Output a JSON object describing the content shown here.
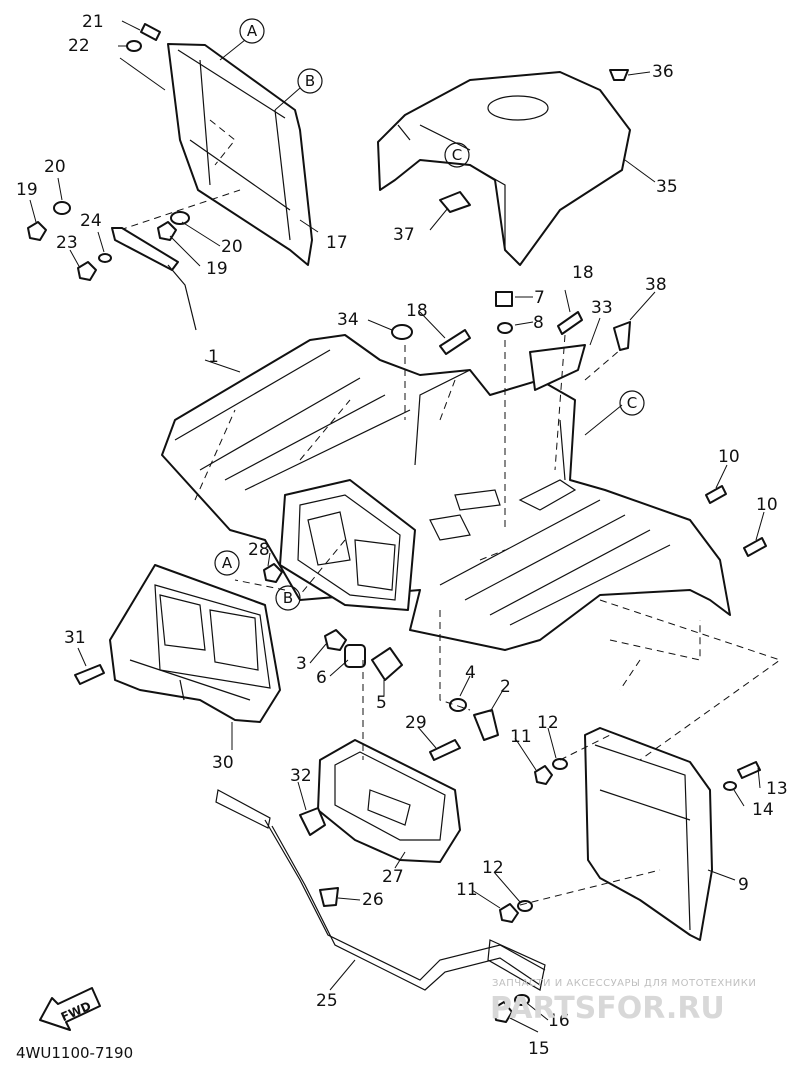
{
  "diagram": {
    "doc_code": "4WU1100-7190",
    "fwd_label": "FWD",
    "watermark_small": "ЗАПЧАСТИ И АКСЕССУАРЫ ДЛЯ МОТОТЕХНИКИ",
    "watermark_big": "PARTSFOR.RU",
    "callouts": {
      "c_1": "1",
      "c_2": "2",
      "c_3": "3",
      "c_4": "4",
      "c_5": "5",
      "c_6": "6",
      "c_7": "7",
      "c_8": "8",
      "c_9": "9",
      "c_10a": "10",
      "c_10b": "10",
      "c_11a": "11",
      "c_11b": "11",
      "c_12a": "12",
      "c_12b": "12",
      "c_13": "13",
      "c_14": "14",
      "c_15": "15",
      "c_16": "16",
      "c_17": "17",
      "c_18a": "18",
      "c_18b": "18",
      "c_19a": "19",
      "c_19b": "19",
      "c_20a": "20",
      "c_20b": "20",
      "c_21": "21",
      "c_22": "22",
      "c_23": "23",
      "c_24": "24",
      "c_25": "25",
      "c_26": "26",
      "c_27": "27",
      "c_28": "28",
      "c_29": "29",
      "c_30": "30",
      "c_31": "31",
      "c_32": "32",
      "c_33": "33",
      "c_34": "34",
      "c_35": "35",
      "c_36": "36",
      "c_37": "37",
      "c_38": "38"
    },
    "refs": {
      "A_top": "A",
      "B_top": "B",
      "C_top": "C",
      "A_mid": "A",
      "B_mid": "B",
      "C_mid": "C"
    }
  }
}
